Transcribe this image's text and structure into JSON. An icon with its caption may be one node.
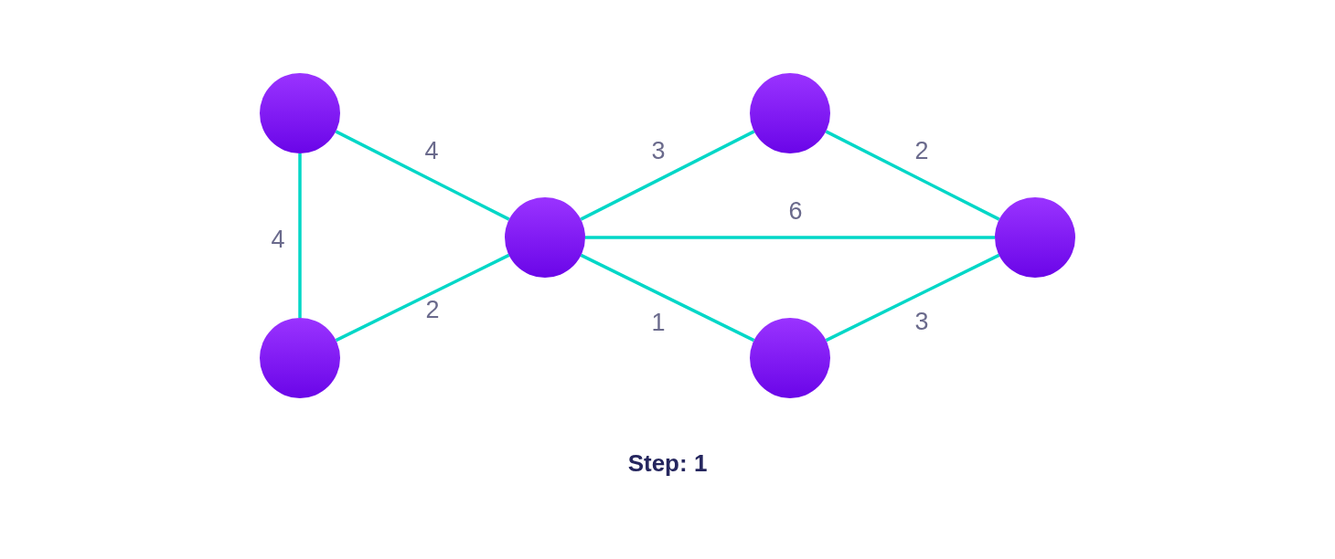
{
  "diagram": {
    "caption": "Step: 1",
    "nodes": [
      {
        "text": [],
        "shape": "circle"
      },
      {
        "text": [],
        "shape": "circle"
      },
      {
        "text": [],
        "shape": "circle"
      },
      {
        "text": [],
        "shape": "circle"
      },
      {
        "text": [],
        "shape": "circle"
      },
      {
        "text": [],
        "shape": "circle"
      }
    ],
    "edges": [
      {
        "from": 0,
        "to": 1,
        "arrow": "none",
        "label": "4"
      },
      {
        "from": 0,
        "to": 2,
        "arrow": "none",
        "label": "4"
      },
      {
        "from": 1,
        "to": 2,
        "arrow": "none",
        "label": "2"
      },
      {
        "from": 2,
        "to": 3,
        "arrow": "none",
        "label": "3"
      },
      {
        "from": 2,
        "to": 5,
        "arrow": "none",
        "label": "6"
      },
      {
        "from": 2,
        "to": 4,
        "arrow": "none",
        "label": "1"
      },
      {
        "from": 3,
        "to": 5,
        "arrow": "none",
        "label": "2"
      },
      {
        "from": 4,
        "to": 5,
        "arrow": "none",
        "label": "3"
      }
    ]
  }
}
